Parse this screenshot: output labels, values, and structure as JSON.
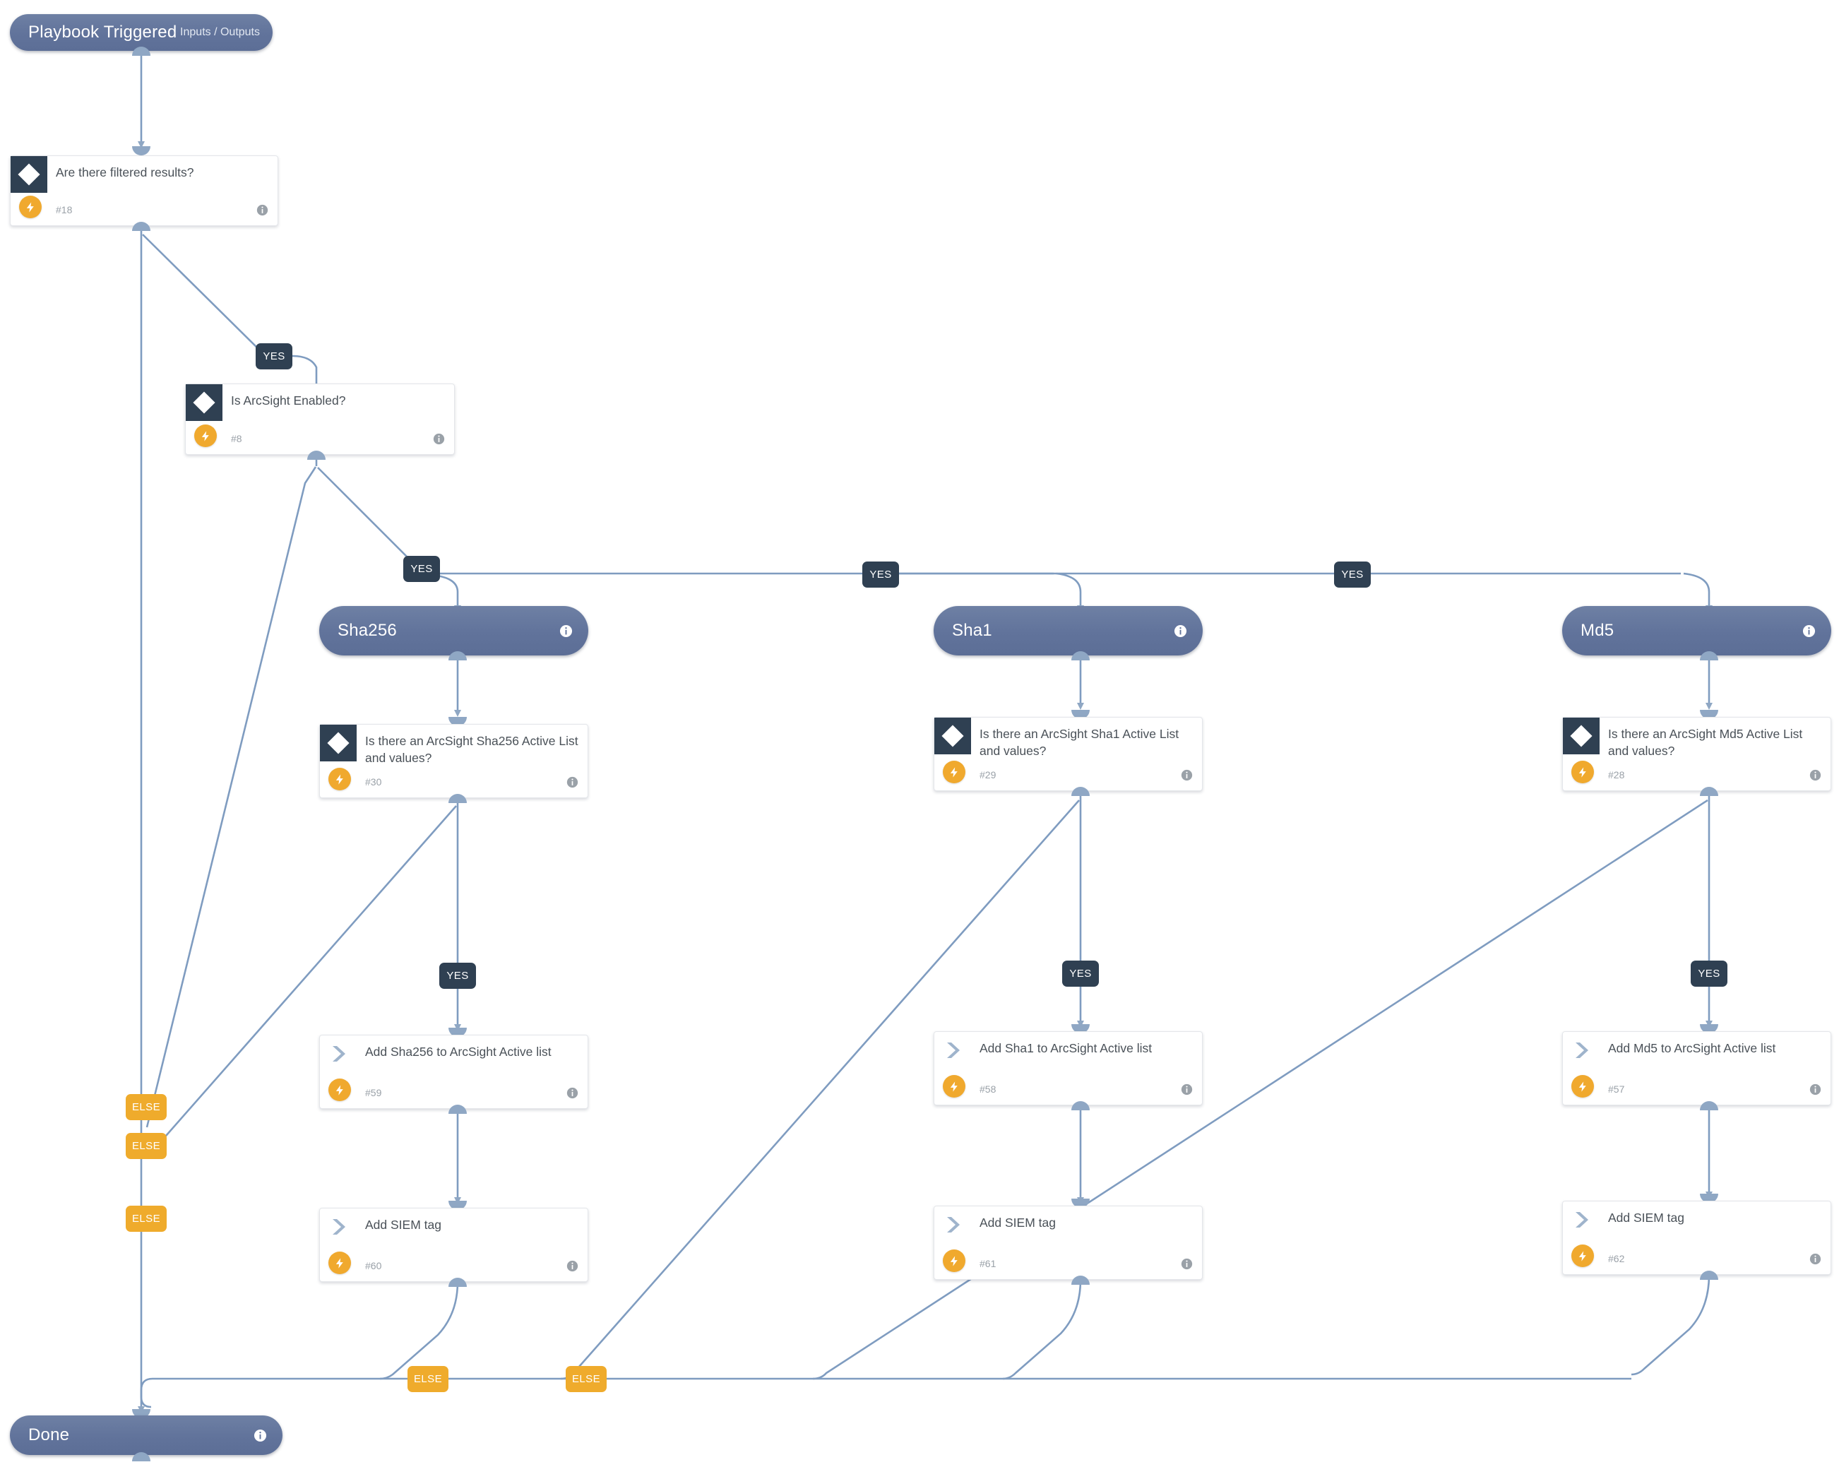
{
  "diagram": {
    "type": "playbook-workflow",
    "title": "ArcSight hash enrichment playbook"
  },
  "nodes": {
    "start": {
      "label": "Playbook Triggered",
      "sub": "Inputs / Outputs",
      "kind": "pill-start"
    },
    "filtered": {
      "label": "Are there filtered results?",
      "num": "#18",
      "kind": "condition"
    },
    "arcsight": {
      "label": "Is ArcSight Enabled?",
      "num": "#8",
      "kind": "condition"
    },
    "sha256_group": {
      "label": "Sha256",
      "kind": "pill-group"
    },
    "sha1_group": {
      "label": "Sha1",
      "kind": "pill-group"
    },
    "md5_group": {
      "label": "Md5",
      "kind": "pill-group"
    },
    "sha256_cond": {
      "label": "Is there an ArcSight Sha256 Active List and values?",
      "num": "#30",
      "kind": "condition"
    },
    "sha1_cond": {
      "label": "Is there an ArcSight Sha1 Active List and values?",
      "num": "#29",
      "kind": "condition"
    },
    "md5_cond": {
      "label": "Is there an ArcSight Md5 Active List and values?",
      "num": "#28",
      "kind": "condition"
    },
    "sha256_add": {
      "label": "Add Sha256 to ArcSight Active list",
      "num": "#59",
      "kind": "action"
    },
    "sha1_add": {
      "label": "Add Sha1 to ArcSight Active list",
      "num": "#58",
      "kind": "action"
    },
    "md5_add": {
      "label": "Add Md5 to ArcSight Active list",
      "num": "#57",
      "kind": "action"
    },
    "sha256_tag": {
      "label": "Add SIEM tag",
      "num": "#60",
      "kind": "action"
    },
    "sha1_tag": {
      "label": "Add SIEM tag",
      "num": "#61",
      "kind": "action"
    },
    "md5_tag": {
      "label": "Add SIEM tag",
      "num": "#62",
      "kind": "action"
    },
    "done": {
      "label": "Done",
      "kind": "pill-end"
    }
  },
  "edge_labels": {
    "yes_filtered": "YES",
    "yes_sha256": "YES",
    "yes_sha1": "YES",
    "yes_md5": "YES",
    "yes_sha256_cond": "YES",
    "yes_sha1_cond": "YES",
    "yes_md5_cond": "YES",
    "else_1": "ELSE",
    "else_2": "ELSE",
    "else_3": "ELSE",
    "else_4": "ELSE",
    "else_5": "ELSE"
  },
  "icons": {
    "condition": "diamond-icon",
    "action": "chevron-right-icon",
    "automation": "lightning-bolt-icon",
    "details": "info-icon"
  },
  "colors": {
    "pill": "#61739b",
    "condition_badge": "#2f4052",
    "bolt": "#f0a92e",
    "else_label": "#efab2c",
    "yes_label": "#2f4052",
    "edge": "#7f9cc0",
    "card_text": "#4a5158",
    "card_num": "#9aa1a8"
  }
}
